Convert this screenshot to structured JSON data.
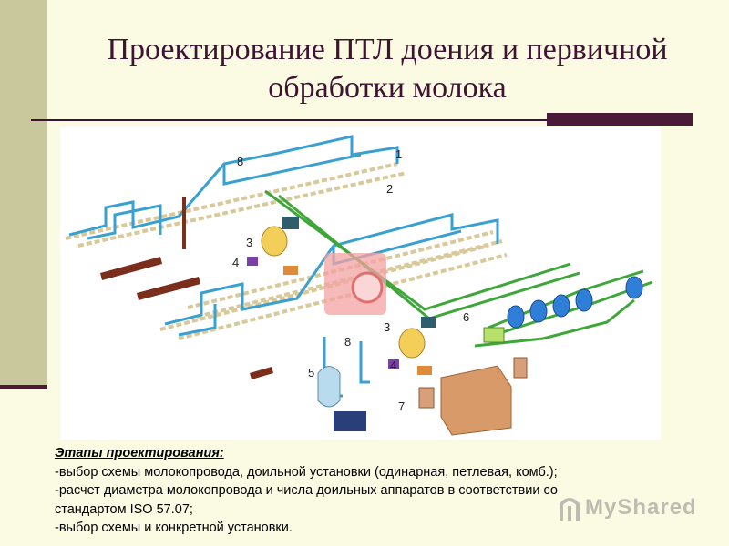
{
  "slide": {
    "title_line1": "Проектирование ПТЛ доения и первичной",
    "title_line2": "обработки молока"
  },
  "figure": {
    "labels": [
      "1",
      "2",
      "3",
      "4",
      "8",
      "3",
      "4",
      "5",
      "6",
      "7",
      "8"
    ]
  },
  "steps": {
    "heading": "Этапы проектирования:",
    "lines": [
      "-выбор схемы молокопровода, доильной установки (одинарная, петлевая, комб.);",
      "-расчет диаметра молокопровода и числа доильных аппаратов в соответствии со",
      "стандартом ISO 57.07;",
      "-выбор схемы и конкретной установки."
    ]
  },
  "watermark": {
    "text": "MyShared"
  }
}
